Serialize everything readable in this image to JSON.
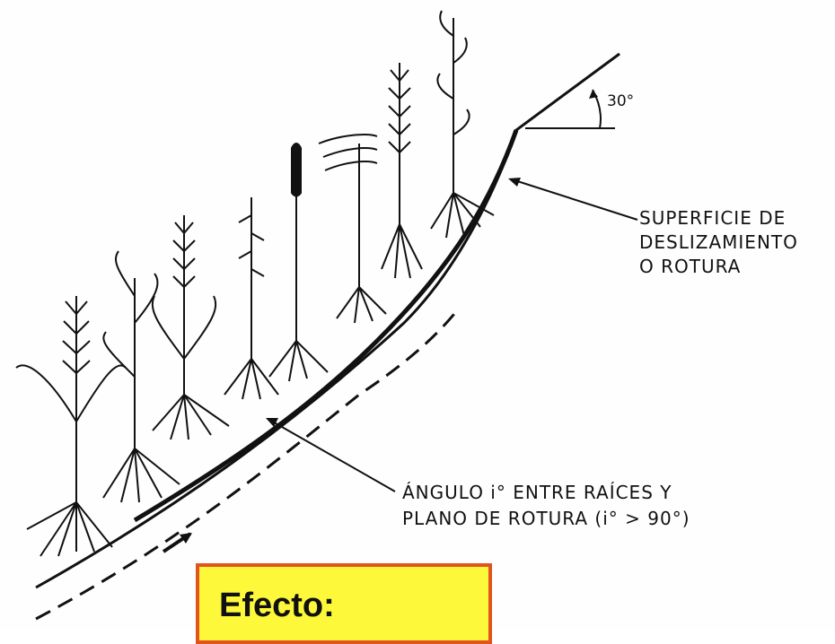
{
  "labels": {
    "angle": "30°",
    "failure_surface": [
      "SUPERFICIE DE",
      "DESLIZAMIENTO",
      "O ROTURA"
    ],
    "root_angle": [
      "ÁNGULO i° ENTRE RAÍCES Y",
      "PLANO DE ROTURA (i° > 90°)"
    ]
  },
  "effect_box": {
    "title": "Efecto:"
  },
  "colors": {
    "effect_fill": "#fdf93a",
    "effect_border": "#e1541e",
    "ink": "#111111"
  }
}
